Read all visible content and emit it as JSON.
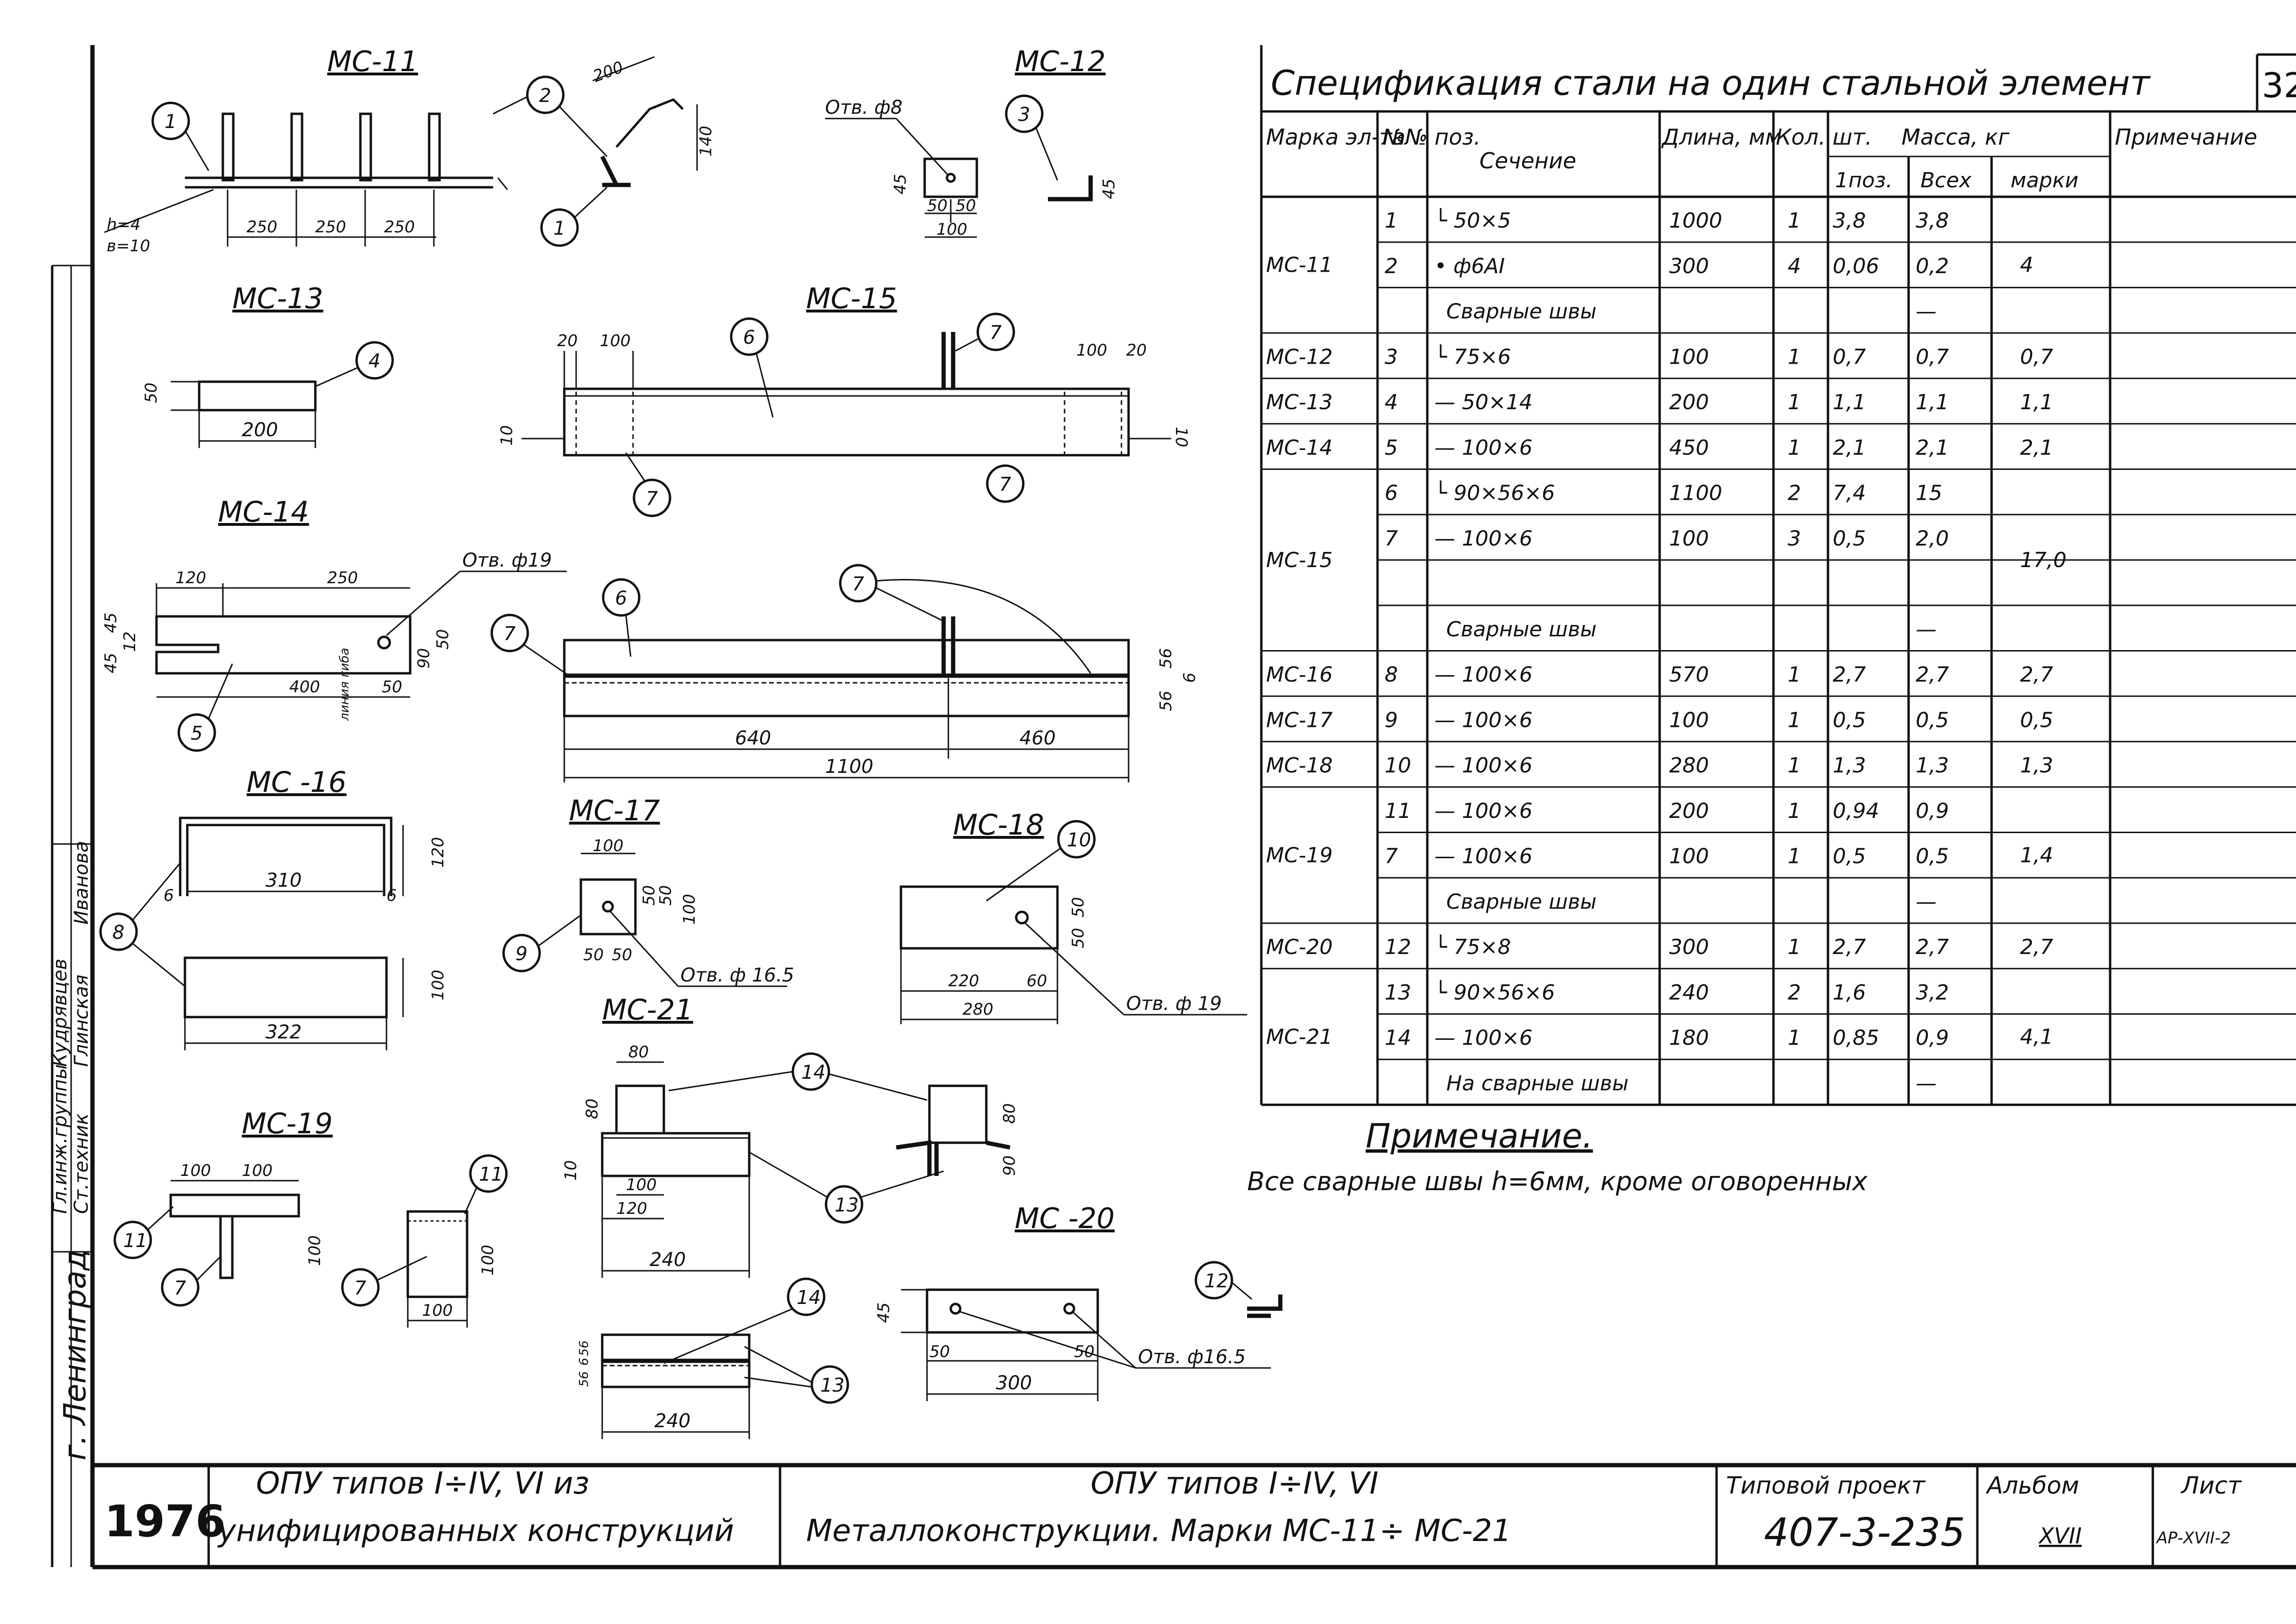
{
  "frame": {
    "side_labels": [
      "Гл.инж.группы",
      "Ст.техник",
      "Кудрявцев",
      "Глинская",
      "Иванова",
      "г. Ленинград"
    ],
    "year": "1976",
    "title_block": {
      "left_title_line1": "ОПУ типов I÷IV, VI из",
      "left_title_line2": "унифицированных конструкций",
      "center_line1": "ОПУ типов I÷IV, VI",
      "center_line2": "Металлоконструкции.   Марки МС-11÷ МС-21",
      "project_label": "Типовой проект",
      "project_number": "407-3-235",
      "album_label": "Альбом",
      "album_value": "XVII",
      "sheet_label": "Лист",
      "sheet_value": "АР-XVII-2"
    }
  },
  "drawings": {
    "mc11": {
      "title": "МС-11",
      "dims": [
        "200",
        "140",
        "250",
        "250",
        "250"
      ],
      "note_h": "h=4",
      "note_b": "в=10",
      "callouts": [
        "1",
        "2",
        "1"
      ]
    },
    "mc12": {
      "title": "МС-12",
      "hole": "Отв. ф8",
      "dims": [
        "45",
        "50",
        "50",
        "100",
        "45"
      ],
      "callouts": [
        "3"
      ]
    },
    "mc13": {
      "title": "МС-13",
      "dims": [
        "50",
        "200"
      ],
      "callouts": [
        "4"
      ]
    },
    "mc15": {
      "title": "МС-15",
      "dims": [
        "20",
        "100",
        "100",
        "20",
        "10",
        "10",
        "56",
        "56",
        "6",
        "640",
        "460",
        "1100"
      ],
      "callouts": [
        "6",
        "7",
        "7",
        "7",
        "7",
        "6",
        "7"
      ]
    },
    "mc14": {
      "title": "МС-14",
      "hole": "Отв. ф19",
      "dims": [
        "120",
        "250",
        "45",
        "12",
        "45",
        "400",
        "50",
        "90",
        "50"
      ],
      "line_note": "линия гиба",
      "callouts": [
        "5"
      ]
    },
    "mc16": {
      "title": "МС -16",
      "dims": [
        "120",
        "6",
        "310",
        "6",
        "100",
        "322"
      ],
      "callouts": [
        "8"
      ]
    },
    "mc17": {
      "title": "МС-17",
      "hole": "Отв. ф 16.5",
      "dims": [
        "100",
        "50",
        "50",
        "100",
        "50",
        "50"
      ],
      "callouts": [
        "9"
      ]
    },
    "mc18": {
      "title": "МС-18",
      "hole": "Отв. ф 19",
      "dims": [
        "50",
        "50",
        "220",
        "60",
        "280"
      ],
      "callouts": [
        "10"
      ]
    },
    "mc21": {
      "title": "МС-21",
      "dims": [
        "80",
        "80",
        "10",
        "100",
        "120",
        "240",
        "90",
        "80",
        "56",
        "6",
        "56",
        "240"
      ],
      "callouts": [
        "14",
        "13",
        "14",
        "13"
      ]
    },
    "mc19": {
      "title": "МС-19",
      "dims": [
        "100",
        "100",
        "100",
        "100",
        "100"
      ],
      "callouts": [
        "11",
        "7",
        "11",
        "7"
      ]
    },
    "mc20": {
      "title": "МС -20",
      "hole": "Отв. ф16.5",
      "dims": [
        "45",
        "50",
        "50",
        "300"
      ],
      "callouts": [
        "12"
      ]
    }
  },
  "spec": {
    "title": "Спецификация стали на один стальной элемент",
    "corner_number": "32",
    "headers": {
      "mark": "Марка эл-та",
      "pos": "№№ поз.",
      "section": "Сечение",
      "length": "Длина, мм",
      "qty": "Кол. шт.",
      "mass": "Масса,  кг",
      "mass_one": "1поз.",
      "mass_all": "Всех",
      "mass_mark": "марки",
      "note": "Примечание"
    },
    "rows": [
      {
        "mark": "МС-11",
        "pos": "1",
        "section": "└ 50×5",
        "length": "1000",
        "qty": "1",
        "m1": "3,8",
        "mall": "3,8",
        "mmark": "4"
      },
      {
        "mark": "",
        "pos": "2",
        "section": "• ф6АI",
        "length": "300",
        "qty": "4",
        "m1": "0,06",
        "mall": "0,2",
        "mmark": ""
      },
      {
        "mark": "",
        "pos": "",
        "section": "Сварные  швы",
        "length": "",
        "qty": "",
        "m1": "",
        "mall": "—",
        "mmark": ""
      },
      {
        "mark": "МС-12",
        "pos": "3",
        "section": "└ 75×6",
        "length": "100",
        "qty": "1",
        "m1": "0,7",
        "mall": "0,7",
        "mmark": "0,7"
      },
      {
        "mark": "МС-13",
        "pos": "4",
        "section": "— 50×14",
        "length": "200",
        "qty": "1",
        "m1": "1,1",
        "mall": "1,1",
        "mmark": "1,1"
      },
      {
        "mark": "МС-14",
        "pos": "5",
        "section": "— 100×6",
        "length": "450",
        "qty": "1",
        "m1": "2,1",
        "mall": "2,1",
        "mmark": "2,1"
      },
      {
        "mark": "МС-15",
        "pos": "6",
        "section": "└ 90×56×6",
        "length": "1100",
        "qty": "2",
        "m1": "7,4",
        "mall": "15",
        "mmark": "17,0"
      },
      {
        "mark": "",
        "pos": "7",
        "section": "— 100×6",
        "length": "100",
        "qty": "3",
        "m1": "0,5",
        "mall": "2,0",
        "mmark": ""
      },
      {
        "mark": "",
        "pos": "",
        "section": "",
        "length": "",
        "qty": "",
        "m1": "",
        "mall": "",
        "mmark": ""
      },
      {
        "mark": "",
        "pos": "",
        "section": "Сварные  швы",
        "length": "",
        "qty": "",
        "m1": "",
        "mall": "—",
        "mmark": ""
      },
      {
        "mark": "МС-16",
        "pos": "8",
        "section": "— 100×6",
        "length": "570",
        "qty": "1",
        "m1": "2,7",
        "mall": "2,7",
        "mmark": "2,7"
      },
      {
        "mark": "МС-17",
        "pos": "9",
        "section": "— 100×6",
        "length": "100",
        "qty": "1",
        "m1": "0,5",
        "mall": "0,5",
        "mmark": "0,5"
      },
      {
        "mark": "МС-18",
        "pos": "10",
        "section": "— 100×6",
        "length": "280",
        "qty": "1",
        "m1": "1,3",
        "mall": "1,3",
        "mmark": "1,3"
      },
      {
        "mark": "МС-19",
        "pos": "11",
        "section": "— 100×6",
        "length": "200",
        "qty": "1",
        "m1": "0,94",
        "mall": "0,9",
        "mmark": "1,4"
      },
      {
        "mark": "",
        "pos": "7",
        "section": "— 100×6",
        "length": "100",
        "qty": "1",
        "m1": "0,5",
        "mall": "0,5",
        "mmark": ""
      },
      {
        "mark": "",
        "pos": "",
        "section": "Сварные  швы",
        "length": "",
        "qty": "",
        "m1": "",
        "mall": "—",
        "mmark": ""
      },
      {
        "mark": "МС-20",
        "pos": "12",
        "section": "└ 75×8",
        "length": "300",
        "qty": "1",
        "m1": "2,7",
        "mall": "2,7",
        "mmark": "2,7"
      },
      {
        "mark": "МС-21",
        "pos": "13",
        "section": "└ 90×56×6",
        "length": "240",
        "qty": "2",
        "m1": "1,6",
        "mall": "3,2",
        "mmark": "4,1"
      },
      {
        "mark": "",
        "pos": "14",
        "section": "— 100×6",
        "length": "180",
        "qty": "1",
        "m1": "0,85",
        "mall": "0,9",
        "mmark": ""
      },
      {
        "mark": "",
        "pos": "",
        "section": "На  сварные  швы",
        "length": "",
        "qty": "",
        "m1": "",
        "mall": "—",
        "mmark": ""
      }
    ]
  },
  "note": {
    "title": "Примечание.",
    "text": "Все  сварные  швы  h=6мм,  кроме  оговоренных"
  }
}
